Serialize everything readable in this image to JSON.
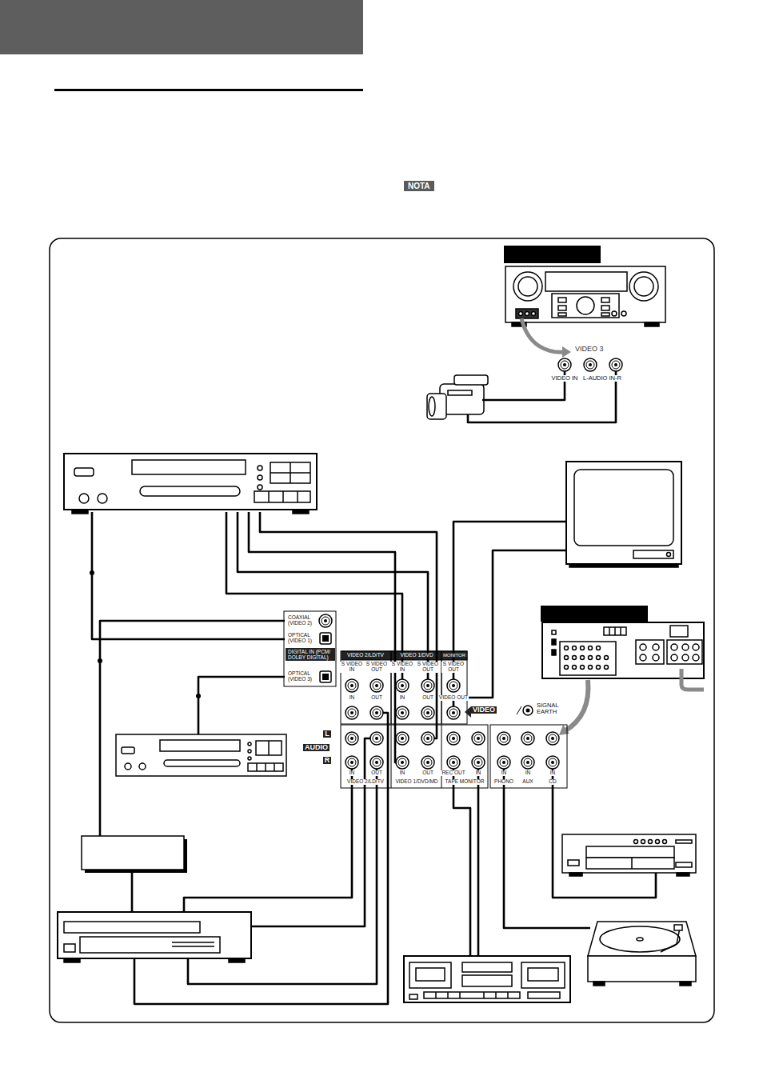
{
  "diagram": {
    "nodes": [
      {
        "text": [
          "NOTA"
        ]
      },
      {
        "text": [
          "COAXIAL (VIDEO 2)"
        ]
      },
      {
        "text": [
          "OPTICAL (VIDEO 1)"
        ]
      },
      {
        "text": [
          "DIGITAL IN (PCM/ DOLBY DIGITAL)"
        ]
      },
      {
        "text": [
          "OPTICAL (VIDEO 3)"
        ]
      }
    ],
    "labels": [
      "VIDEO 3",
      "VIDEO IN",
      "L-AUDIO IN-R",
      "VIDEO 2/LD/TV",
      "VIDEO 1/DVD",
      "MONITOR",
      "S VIDEO IN",
      "S VIDEO OUT",
      "S VIDEO IN",
      "S VIDEO OUT",
      "S VIDEO OUT",
      "IN",
      "OUT",
      "IN",
      "OUT",
      "VIDEO OUT",
      "VIDEO",
      "SIGNAL EARTH",
      "L",
      "AUDIO",
      "R",
      "IN",
      "OUT",
      "IN",
      "OUT",
      "REC OUT",
      "IN",
      "IN",
      "IN",
      "IN",
      "VIDEO 2/LD/TV",
      "VIDEO 1/DVD/MD",
      "TAPE MONITOR",
      "PHONO",
      "AUX",
      "CD"
    ]
  }
}
